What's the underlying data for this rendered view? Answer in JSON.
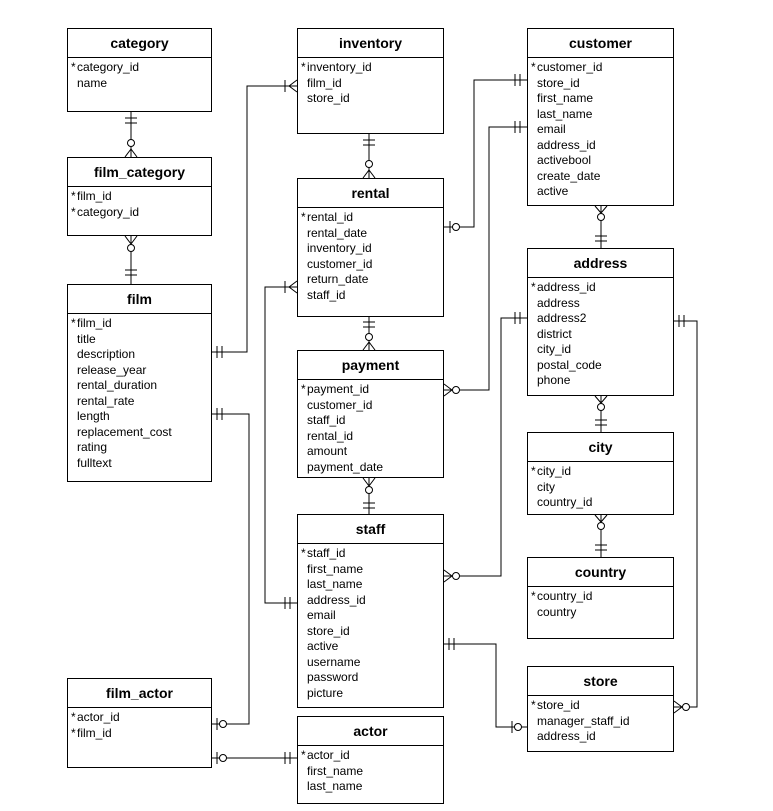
{
  "entities": {
    "category": {
      "title": "category",
      "fields": [
        {
          "key": "*",
          "name": "category_id"
        },
        {
          "key": "",
          "name": "name"
        }
      ]
    },
    "film_category": {
      "title": "film_category",
      "fields": [
        {
          "key": "*",
          "name": "film_id"
        },
        {
          "key": "*",
          "name": "category_id"
        }
      ]
    },
    "film": {
      "title": "film",
      "fields": [
        {
          "key": "*",
          "name": "film_id"
        },
        {
          "key": "",
          "name": "title"
        },
        {
          "key": "",
          "name": "description"
        },
        {
          "key": "",
          "name": "release_year"
        },
        {
          "key": "",
          "name": "rental_duration"
        },
        {
          "key": "",
          "name": "rental_rate"
        },
        {
          "key": "",
          "name": "length"
        },
        {
          "key": "",
          "name": "replacement_cost"
        },
        {
          "key": "",
          "name": "rating"
        },
        {
          "key": "",
          "name": "fulltext"
        }
      ]
    },
    "film_actor": {
      "title": "film_actor",
      "fields": [
        {
          "key": "*",
          "name": "actor_id"
        },
        {
          "key": "*",
          "name": "film_id"
        }
      ]
    },
    "inventory": {
      "title": "inventory",
      "fields": [
        {
          "key": "*",
          "name": "inventory_id"
        },
        {
          "key": "",
          "name": "film_id"
        },
        {
          "key": "",
          "name": "store_id"
        }
      ]
    },
    "rental": {
      "title": "rental",
      "fields": [
        {
          "key": "*",
          "name": "rental_id"
        },
        {
          "key": "",
          "name": "rental_date"
        },
        {
          "key": "",
          "name": "inventory_id"
        },
        {
          "key": "",
          "name": "customer_id"
        },
        {
          "key": "",
          "name": "return_date"
        },
        {
          "key": "",
          "name": "staff_id"
        }
      ]
    },
    "payment": {
      "title": "payment",
      "fields": [
        {
          "key": "*",
          "name": "payment_id"
        },
        {
          "key": "",
          "name": "customer_id"
        },
        {
          "key": "",
          "name": "staff_id"
        },
        {
          "key": "",
          "name": "rental_id"
        },
        {
          "key": "",
          "name": "amount"
        },
        {
          "key": "",
          "name": "payment_date"
        }
      ]
    },
    "staff": {
      "title": "staff",
      "fields": [
        {
          "key": "*",
          "name": "staff_id"
        },
        {
          "key": "",
          "name": "first_name"
        },
        {
          "key": "",
          "name": "last_name"
        },
        {
          "key": "",
          "name": "address_id"
        },
        {
          "key": "",
          "name": "email"
        },
        {
          "key": "",
          "name": "store_id"
        },
        {
          "key": "",
          "name": "active"
        },
        {
          "key": "",
          "name": "username"
        },
        {
          "key": "",
          "name": "password"
        },
        {
          "key": "",
          "name": "picture"
        }
      ]
    },
    "actor": {
      "title": "actor",
      "fields": [
        {
          "key": "*",
          "name": "actor_id"
        },
        {
          "key": "",
          "name": "first_name"
        },
        {
          "key": "",
          "name": "last_name"
        }
      ]
    },
    "customer": {
      "title": "customer",
      "fields": [
        {
          "key": "*",
          "name": "customer_id"
        },
        {
          "key": "",
          "name": "store_id"
        },
        {
          "key": "",
          "name": "first_name"
        },
        {
          "key": "",
          "name": "last_name"
        },
        {
          "key": "",
          "name": "email"
        },
        {
          "key": "",
          "name": "address_id"
        },
        {
          "key": "",
          "name": "activebool"
        },
        {
          "key": "",
          "name": "create_date"
        },
        {
          "key": "",
          "name": "active"
        }
      ]
    },
    "address": {
      "title": "address",
      "fields": [
        {
          "key": "*",
          "name": "address_id"
        },
        {
          "key": "",
          "name": "address"
        },
        {
          "key": "",
          "name": "address2"
        },
        {
          "key": "",
          "name": "district"
        },
        {
          "key": "",
          "name": "city_id"
        },
        {
          "key": "",
          "name": "postal_code"
        },
        {
          "key": "",
          "name": "phone"
        }
      ]
    },
    "city": {
      "title": "city",
      "fields": [
        {
          "key": "*",
          "name": "city_id"
        },
        {
          "key": "",
          "name": "city"
        },
        {
          "key": "",
          "name": "country_id"
        }
      ]
    },
    "country": {
      "title": "country",
      "fields": [
        {
          "key": "*",
          "name": "country_id"
        },
        {
          "key": "",
          "name": "country"
        }
      ]
    },
    "store": {
      "title": "store",
      "fields": [
        {
          "key": "*",
          "name": "store_id"
        },
        {
          "key": "",
          "name": "manager_staff_id"
        },
        {
          "key": "",
          "name": "address_id"
        }
      ]
    }
  },
  "relationships": [
    {
      "from": "category",
      "to": "film_category",
      "from_card": "one",
      "to_card": "zero-or-many"
    },
    {
      "from": "film",
      "to": "film_category",
      "from_card": "one",
      "to_card": "zero-or-many"
    },
    {
      "from": "film",
      "to": "inventory",
      "from_card": "one",
      "to_card": "many"
    },
    {
      "from": "film",
      "to": "film_actor",
      "from_card": "one",
      "to_card": "zero-or-one"
    },
    {
      "from": "inventory",
      "to": "rental",
      "from_card": "one",
      "to_card": "zero-or-many"
    },
    {
      "from": "customer",
      "to": "rental",
      "from_card": "one",
      "to_card": "zero-or-one"
    },
    {
      "from": "customer",
      "to": "payment",
      "from_card": "one",
      "to_card": "zero-or-many"
    },
    {
      "from": "staff",
      "to": "rental",
      "from_card": "one",
      "to_card": "many"
    },
    {
      "from": "rental",
      "to": "payment",
      "from_card": "one",
      "to_card": "zero-or-many"
    },
    {
      "from": "staff",
      "to": "payment",
      "from_card": "one",
      "to_card": "zero-or-many"
    },
    {
      "from": "address",
      "to": "customer",
      "from_card": "one",
      "to_card": "zero-or-many"
    },
    {
      "from": "address",
      "to": "staff",
      "from_card": "one",
      "to_card": "zero-or-many"
    },
    {
      "from": "address",
      "to": "store",
      "from_card": "one",
      "to_card": "zero-or-many"
    },
    {
      "from": "city",
      "to": "address",
      "from_card": "one",
      "to_card": "zero-or-many"
    },
    {
      "from": "country",
      "to": "city",
      "from_card": "one",
      "to_card": "zero-or-many"
    },
    {
      "from": "staff",
      "to": "store",
      "from_card": "one",
      "to_card": "zero-or-one"
    },
    {
      "from": "actor",
      "to": "film_actor",
      "from_card": "one",
      "to_card": "zero-or-one"
    }
  ]
}
